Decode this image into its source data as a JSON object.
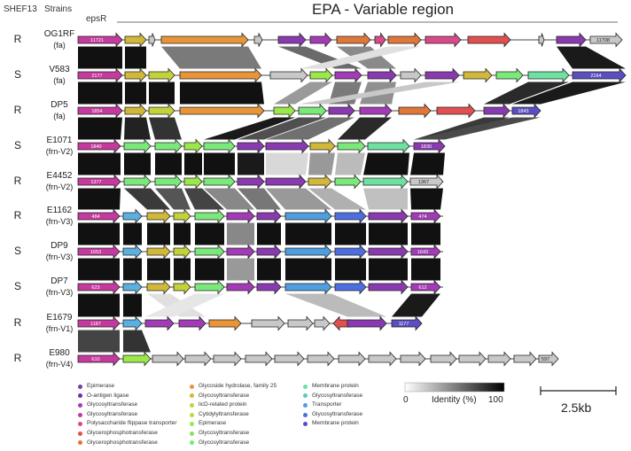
{
  "headers": {
    "col1": "SHEF13",
    "col2": "Strains",
    "col3": "epsR",
    "title": "EPA - Variable region"
  },
  "rows": [
    {
      "res": "R",
      "strain": "OG1RF",
      "type": "(fa)"
    },
    {
      "res": "S",
      "strain": "V583",
      "type": "(fa)"
    },
    {
      "res": "R",
      "strain": "DP5",
      "type": "(fa)"
    },
    {
      "res": "S",
      "strain": "E1071",
      "type": "(frn-V2)"
    },
    {
      "res": "R",
      "strain": "E4452",
      "type": "(frn-V2)"
    },
    {
      "res": "R",
      "strain": "E1162",
      "type": "(frn-V3)"
    },
    {
      "res": "S",
      "strain": "DP9",
      "type": "(frn-V3)"
    },
    {
      "res": "S",
      "strain": "DP7",
      "type": "(frn-V3)"
    },
    {
      "res": "R",
      "strain": "E1679",
      "type": "(frn-V1)"
    },
    {
      "res": "R",
      "strain": "E980",
      "type": "(frn-V4)"
    }
  ],
  "gene_labels": {
    "r0s": "11721",
    "r0e": "11708",
    "r1s": "2177",
    "r1e": "2164",
    "r2s": "1854",
    "r2e": "1843",
    "r3s": "1840",
    "r3e": "1830",
    "r4s": "1377",
    "r4e": "1367",
    "r5s": "484",
    "r5e": "474",
    "r6s": "1653",
    "r6e": "1643",
    "r7s": "623",
    "r7e": "612",
    "r8s": "1187",
    "r8e": "1177",
    "r9s": "610",
    "r9e": "597"
  },
  "legend": {
    "col1": [
      {
        "label": "Epimerase",
        "color": "#7a3aa8"
      },
      {
        "label": "O-antigen ligase",
        "color": "#6a2fb0"
      },
      {
        "label": "Glycosyltransferase",
        "color": "#a23bb5"
      },
      {
        "label": "Glycosyltransferase",
        "color": "#c43a9e"
      },
      {
        "label": "Polysaccharide flippase transporter",
        "color": "#d94a8a"
      },
      {
        "label": "Glycerophosphotransferase",
        "color": "#e05050"
      },
      {
        "label": "Glycerophosphotransferase",
        "color": "#e0773a"
      }
    ],
    "col2": [
      {
        "label": "Glycoside hydrolase, family 25",
        "color": "#e8953a"
      },
      {
        "label": "Glycosyltransferase",
        "color": "#d1b83a"
      },
      {
        "label": "licD-related protein",
        "color": "#c4d23a"
      },
      {
        "label": "Cytidylyltransferase",
        "color": "#b5de3a"
      },
      {
        "label": "Epimerase",
        "color": "#9be84a"
      },
      {
        "label": "Glycosyltransferase",
        "color": "#8be060"
      },
      {
        "label": "Glycosyltransferase",
        "color": "#7be87a"
      }
    ],
    "col3": [
      {
        "label": "Membrane protein",
        "color": "#6ee0a0"
      },
      {
        "label": "Glycosyltransferase",
        "color": "#5ec8c0"
      },
      {
        "label": "Transporter",
        "color": "#4e9ee0"
      },
      {
        "label": "Glycosyltransferase",
        "color": "#4e6ee0"
      },
      {
        "label": "Membrane protein",
        "color": "#5a4ec0"
      }
    ]
  },
  "identity": {
    "min": "0",
    "label": "Identity (%)",
    "max": "100"
  },
  "scale": {
    "label": "2.5kb"
  }
}
